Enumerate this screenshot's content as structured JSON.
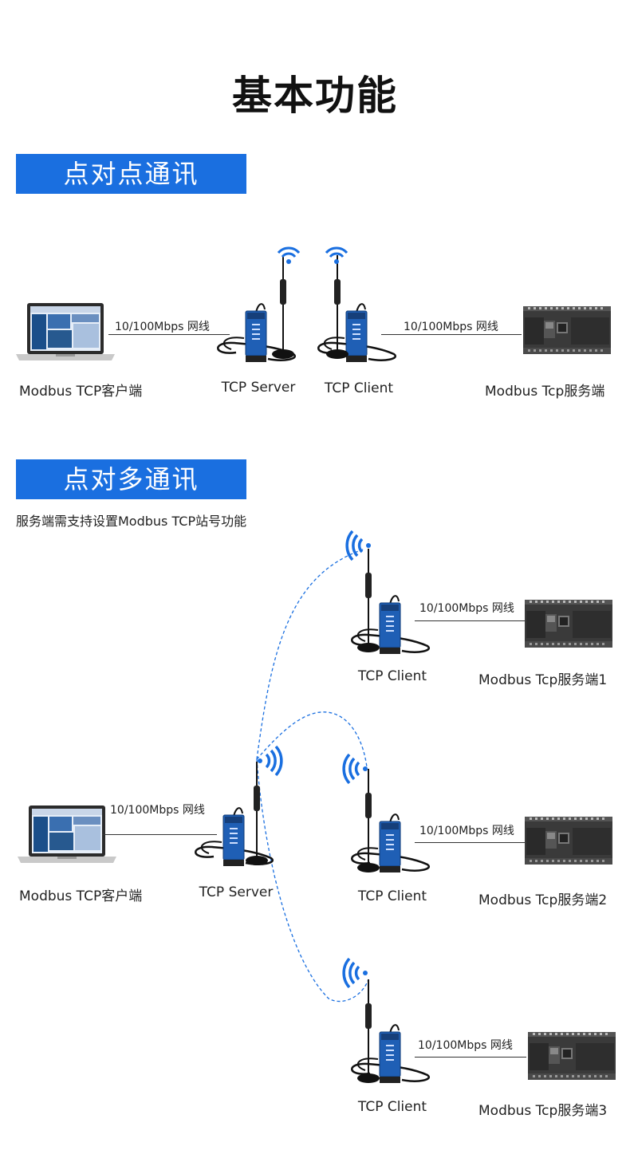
{
  "title": "基本功能",
  "sections": [
    {
      "heading": "点对点通讯",
      "link_label_left": "10/100Mbps 网线",
      "link_label_right": "10/100Mbps 网线",
      "devices": {
        "client_pc": "Modbus TCP客户端",
        "tcp_server": "TCP Server",
        "tcp_client": "TCP Client",
        "modbus_server": "Modbus Tcp服务端"
      }
    },
    {
      "heading": "点对多通讯",
      "note": "服务端需支持设置Modbus  TCP站号功能",
      "link_label_pc": "10/100Mbps 网线",
      "devices": {
        "client_pc": "Modbus TCP客户端",
        "tcp_server": "TCP Server"
      },
      "clients": [
        {
          "client_label": "TCP Client",
          "server_label": "Modbus Tcp服务端1",
          "link_label": "10/100Mbps 网线"
        },
        {
          "client_label": "TCP Client",
          "server_label": "Modbus Tcp服务端2",
          "link_label": "10/100Mbps 网线"
        },
        {
          "client_label": "TCP Client",
          "server_label": "Modbus Tcp服务端3",
          "link_label": "10/100Mbps 网线"
        }
      ]
    }
  ],
  "colors": {
    "accent": "#1a6fe0",
    "device_body": "#1f5fb5",
    "plc_body": "#3a3a3a"
  }
}
